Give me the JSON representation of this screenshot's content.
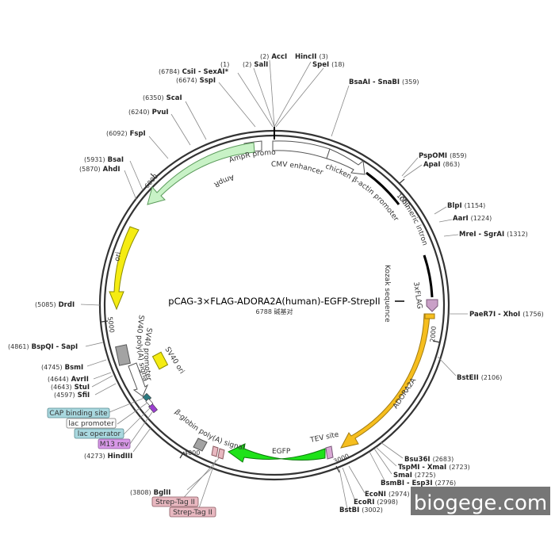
{
  "map": {
    "title": "pCAG-3×FLAG-ADORA2A(human)-EGFP-StrepII",
    "subtitle": "6788 碱基对",
    "watermark": "biogege.com",
    "colors": {
      "backbone": "#333333",
      "ampr": "#c8f2c6",
      "ori": "#f5ec12",
      "adora2a": "#f6be1e",
      "egfp": "#1fe21a",
      "flag": "#c9a0c7",
      "tev": "#d8a8d4",
      "promoter": "#ffffff",
      "sv40ori": "#f5ec12",
      "polya": "#a3a3a3",
      "intron": "#000000",
      "cap_site": "#a9d8df",
      "lac_operator": "#a9d8df",
      "lac_promoter": "#ffffff",
      "m13": "#d898e8",
      "strep": "#e8b8c0"
    },
    "ticks": [
      "1000",
      "2000",
      "3000",
      "4000",
      "5000",
      "6000"
    ],
    "sites": [
      {
        "name": "AccI",
        "pos": "(2)"
      },
      {
        "name": "SalI",
        "pos": "(2)"
      },
      {
        "name": "HincII",
        "pos": "(3)"
      },
      {
        "name": "SpeI",
        "pos": "(18)"
      },
      {
        "name": "SexAI*",
        "pos": ""
      },
      {
        "name": "CsiI -",
        "pos": "(6784)"
      },
      {
        "name": "",
        "pos": "(1)"
      },
      {
        "name": "SspI",
        "pos": "(6674)"
      },
      {
        "name": "BsaAI - SnaBI",
        "pos": "(359)"
      },
      {
        "name": "ScaI",
        "pos": "(6350)"
      },
      {
        "name": "PvuI",
        "pos": "(6240)"
      },
      {
        "name": "FspI",
        "pos": "(6092)"
      },
      {
        "name": "BsaI",
        "pos": "(5931)"
      },
      {
        "name": "AhdI",
        "pos": "(5870)"
      },
      {
        "name": "PspOMI",
        "pos": "(859)"
      },
      {
        "name": "ApaI",
        "pos": "(863)"
      },
      {
        "name": "BlpI",
        "pos": "(1154)"
      },
      {
        "name": "AarI",
        "pos": "(1224)"
      },
      {
        "name": "MreI - SgrAI",
        "pos": "(1312)"
      },
      {
        "name": "DrdI",
        "pos": "(5085)"
      },
      {
        "name": "PaeR7I - XhoI",
        "pos": "(1756)"
      },
      {
        "name": "BspQI - SapI",
        "pos": "(4861)"
      },
      {
        "name": "BsmI",
        "pos": "(4745)"
      },
      {
        "name": "AvrII",
        "pos": "(4644)"
      },
      {
        "name": "StuI",
        "pos": "(4643)"
      },
      {
        "name": "SfiI",
        "pos": "(4597)"
      },
      {
        "name": "BstEII",
        "pos": "(2106)"
      },
      {
        "name": "HindIII",
        "pos": "(4273)"
      },
      {
        "name": "Bsu36I",
        "pos": "(2683)"
      },
      {
        "name": "TspMI - XmaI",
        "pos": "(2723)"
      },
      {
        "name": "SmaI",
        "pos": "(2725)"
      },
      {
        "name": "BsmBI - Esp3I",
        "pos": "(2776)"
      },
      {
        "name": "EcoNI",
        "pos": "(2974)"
      },
      {
        "name": "EcoRI",
        "pos": "(2998)"
      },
      {
        "name": "BstBI",
        "pos": "(3002)"
      },
      {
        "name": "BglII",
        "pos": "(3808)"
      }
    ],
    "features": {
      "ampr_promoter": "AmpR promoter",
      "cmv_enhancer": "CMV enhancer",
      "chicken_actin": "chicken β-actin promoter",
      "chimeric_intron": "chimeric intron",
      "kozak": "Kozak sequence",
      "flag": "3xFLAG",
      "adora2a": "ADORA2A",
      "tev": "TEV site",
      "egfp": "EGFP",
      "bglobin": "β-globin poly(A) signal",
      "sv40_polya": "SV40 poly(A) signal",
      "sv40_ori": "SV40 ori",
      "sv40_promoter": "SV40 promoter",
      "ampr": "AmpR",
      "ori": "ori"
    },
    "boxes": {
      "cap": "CAP binding site",
      "lac_promoter": "lac promoter",
      "lac_operator": "lac operator",
      "m13": "M13 rev",
      "strep1": "Strep-Tag II",
      "strep2": "Strep-Tag II"
    }
  }
}
